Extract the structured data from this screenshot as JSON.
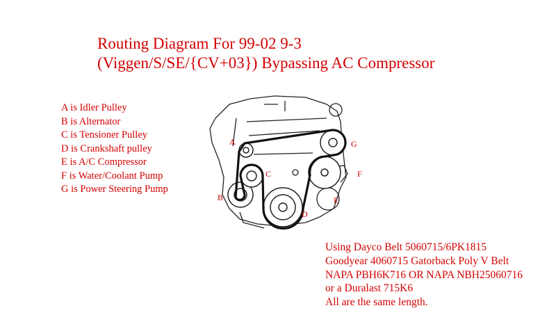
{
  "title": {
    "line1": "Routing Diagram For 99-02 9-3",
    "line2": "(Viggen/S/SE/{CV+03}) Bypassing AC Compressor"
  },
  "legend": [
    "A is Idler Pulley",
    "B is Alternator",
    "C is Tensioner Pulley",
    "D is Crankshaft pulley",
    "E is A/C Compressor",
    "F is Water/Coolant Pump",
    "G is Power Steering Pump"
  ],
  "diagram_labels": {
    "A": "A",
    "B": "B",
    "C": "C",
    "D": "D",
    "E": "E",
    "F": "F",
    "G": "G"
  },
  "notes": [
    "Using Dayco Belt 5060715/6PK1815",
    "Goodyear 4060715 Gatorback Poly V Belt",
    "NAPA PBH6K716 OR NAPA NBH25060716",
    "or a Duralast 715K6",
    "All are the same length."
  ],
  "colors": {
    "text": "#d40000",
    "belt": "#111111",
    "line": "#222222"
  }
}
